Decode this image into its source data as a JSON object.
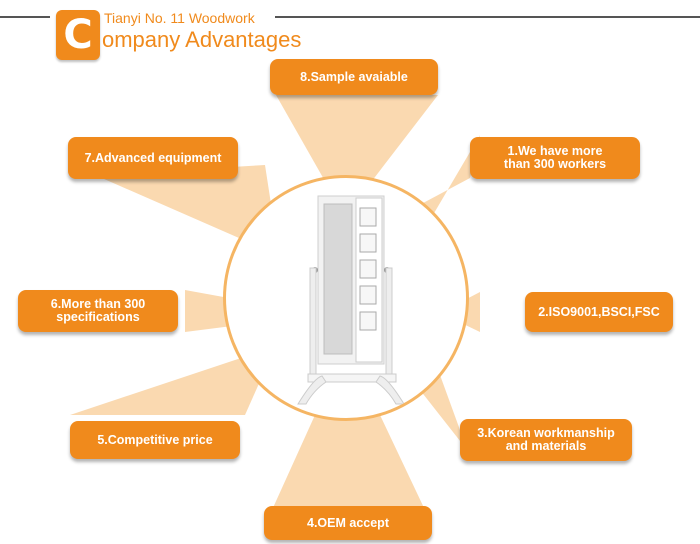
{
  "header": {
    "company": "Tianyi No. 11 Woodwork",
    "badge_letter": "C",
    "title": "ompany Advantages"
  },
  "advantages": [
    {
      "id": "1",
      "label": "1.We have more\nthan 300 workers"
    },
    {
      "id": "2",
      "label": "2.ISO9001,BSCI,FSC"
    },
    {
      "id": "3",
      "label": "3.Korean workmanship\nand materials"
    },
    {
      "id": "4",
      "label": "4.OEM accept"
    },
    {
      "id": "5",
      "label": "5.Competitive price"
    },
    {
      "id": "6",
      "label": "6.More than 300\nspecifications"
    },
    {
      "id": "7",
      "label": "7.Advanced equipment"
    },
    {
      "id": "8",
      "label": "8.Sample avaiable"
    }
  ],
  "center_image": "white-standing-jewelry-armoire-mirror",
  "colors": {
    "accent": "#f08a1c",
    "ray": "#fad9b0",
    "ring": "#f5b563"
  }
}
